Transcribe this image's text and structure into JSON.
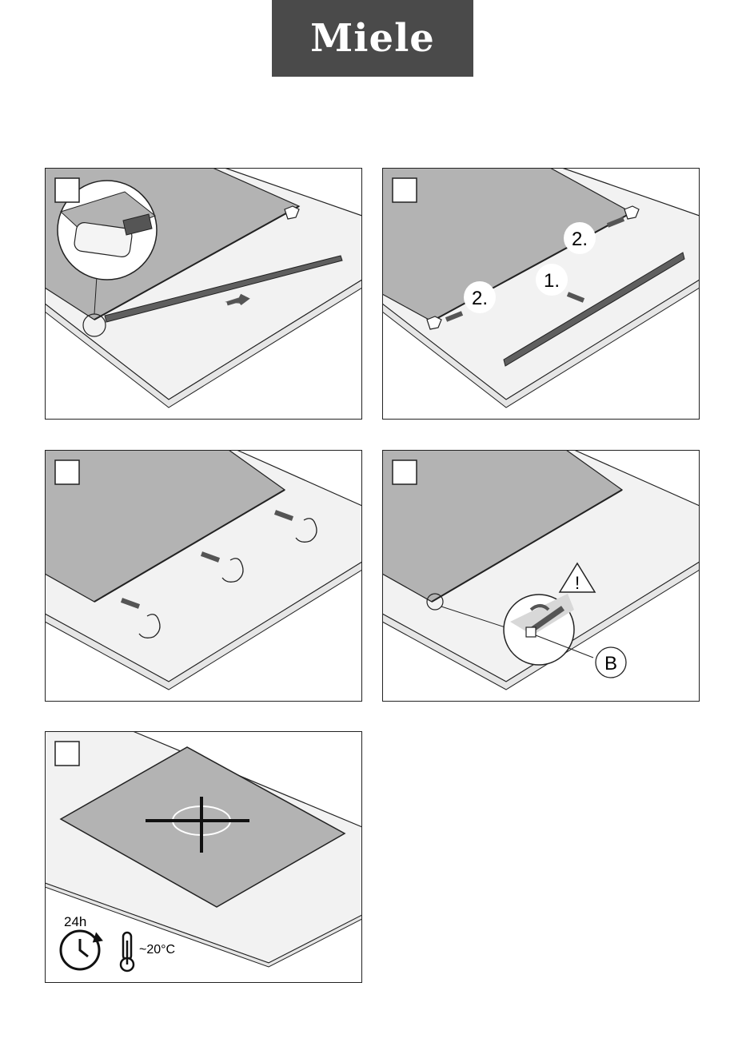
{
  "brand": {
    "logo_text": "Miele"
  },
  "panels": [
    {
      "step_labels": []
    },
    {
      "step_labels": [
        "2.",
        "1.",
        "2."
      ]
    },
    {
      "step_labels": []
    },
    {
      "callout": "B",
      "warning_symbol": "!"
    },
    {
      "time": "24h",
      "temperature": "~20°C"
    }
  ],
  "colors": {
    "glass": "#b3b3b3",
    "counter": "#f2f2f2",
    "logo_bg": "#4a4a4a",
    "strip": "#5f5f5f"
  }
}
